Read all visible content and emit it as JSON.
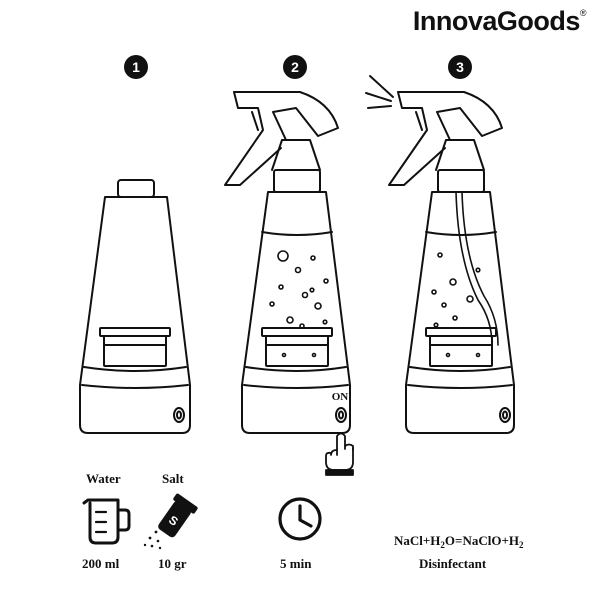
{
  "brand": {
    "name": "InnovaGoods",
    "mark": "®"
  },
  "steps": [
    "1",
    "2",
    "3"
  ],
  "switch_label": "ON",
  "ingredients": {
    "water": {
      "label": "Water",
      "amount": "200 ml",
      "icon": "measuring-cup-icon"
    },
    "salt": {
      "label": "Salt",
      "amount": "10 gr",
      "icon": "salt-shaker-icon"
    }
  },
  "timer": {
    "amount": "5 min",
    "icon": "clock-icon"
  },
  "reaction": {
    "p1": "NaCl+H",
    "s1": "2",
    "p2": "O=NaClO+H",
    "s2": "2",
    "result": "Disinfectant"
  },
  "colors": {
    "ink": "#111111",
    "background": "#ffffff"
  }
}
